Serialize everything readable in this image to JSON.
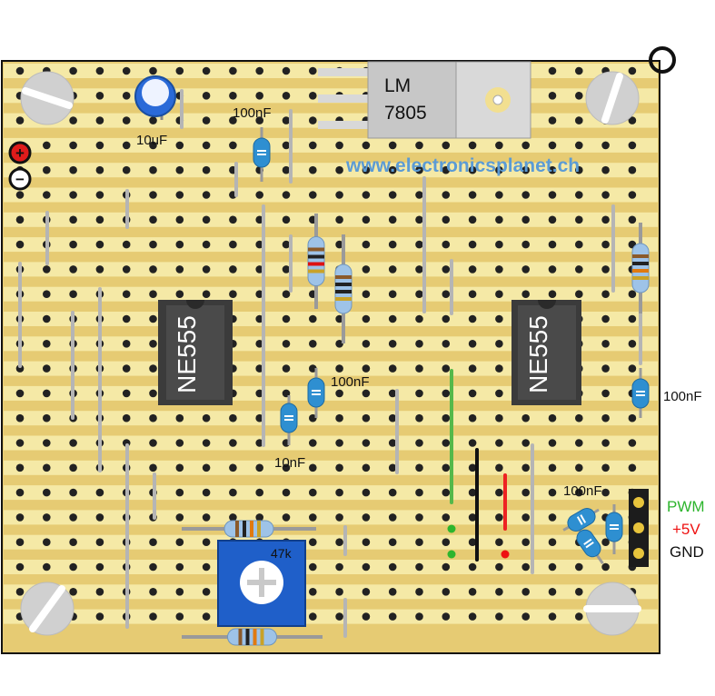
{
  "board": {
    "strip_color": "#f5e9a6",
    "board_color": "#e6cb73",
    "hole_color": "#222222",
    "link_color": "#b5b5b5"
  },
  "regulator": {
    "line1": "LM",
    "line2": "7805"
  },
  "ics": [
    {
      "label": "NE555"
    },
    {
      "label": "NE555"
    }
  ],
  "labels": {
    "cap_10uf": "10uF",
    "cap_top": "100nF",
    "cap_mid": "100nF",
    "cap_right": "100nF",
    "cap_10nf": "10nF",
    "cap_bottom": "100nF",
    "pot": "47k"
  },
  "power": {
    "plus": "+",
    "minus": "−"
  },
  "website": "www.electronicsplanet.ch",
  "connector": {
    "pins": [
      {
        "label": "PWM",
        "color": "#2db52d"
      },
      {
        "label": "+5V",
        "color": "#ee1111"
      },
      {
        "label": "GND",
        "color": "#111111"
      }
    ]
  }
}
